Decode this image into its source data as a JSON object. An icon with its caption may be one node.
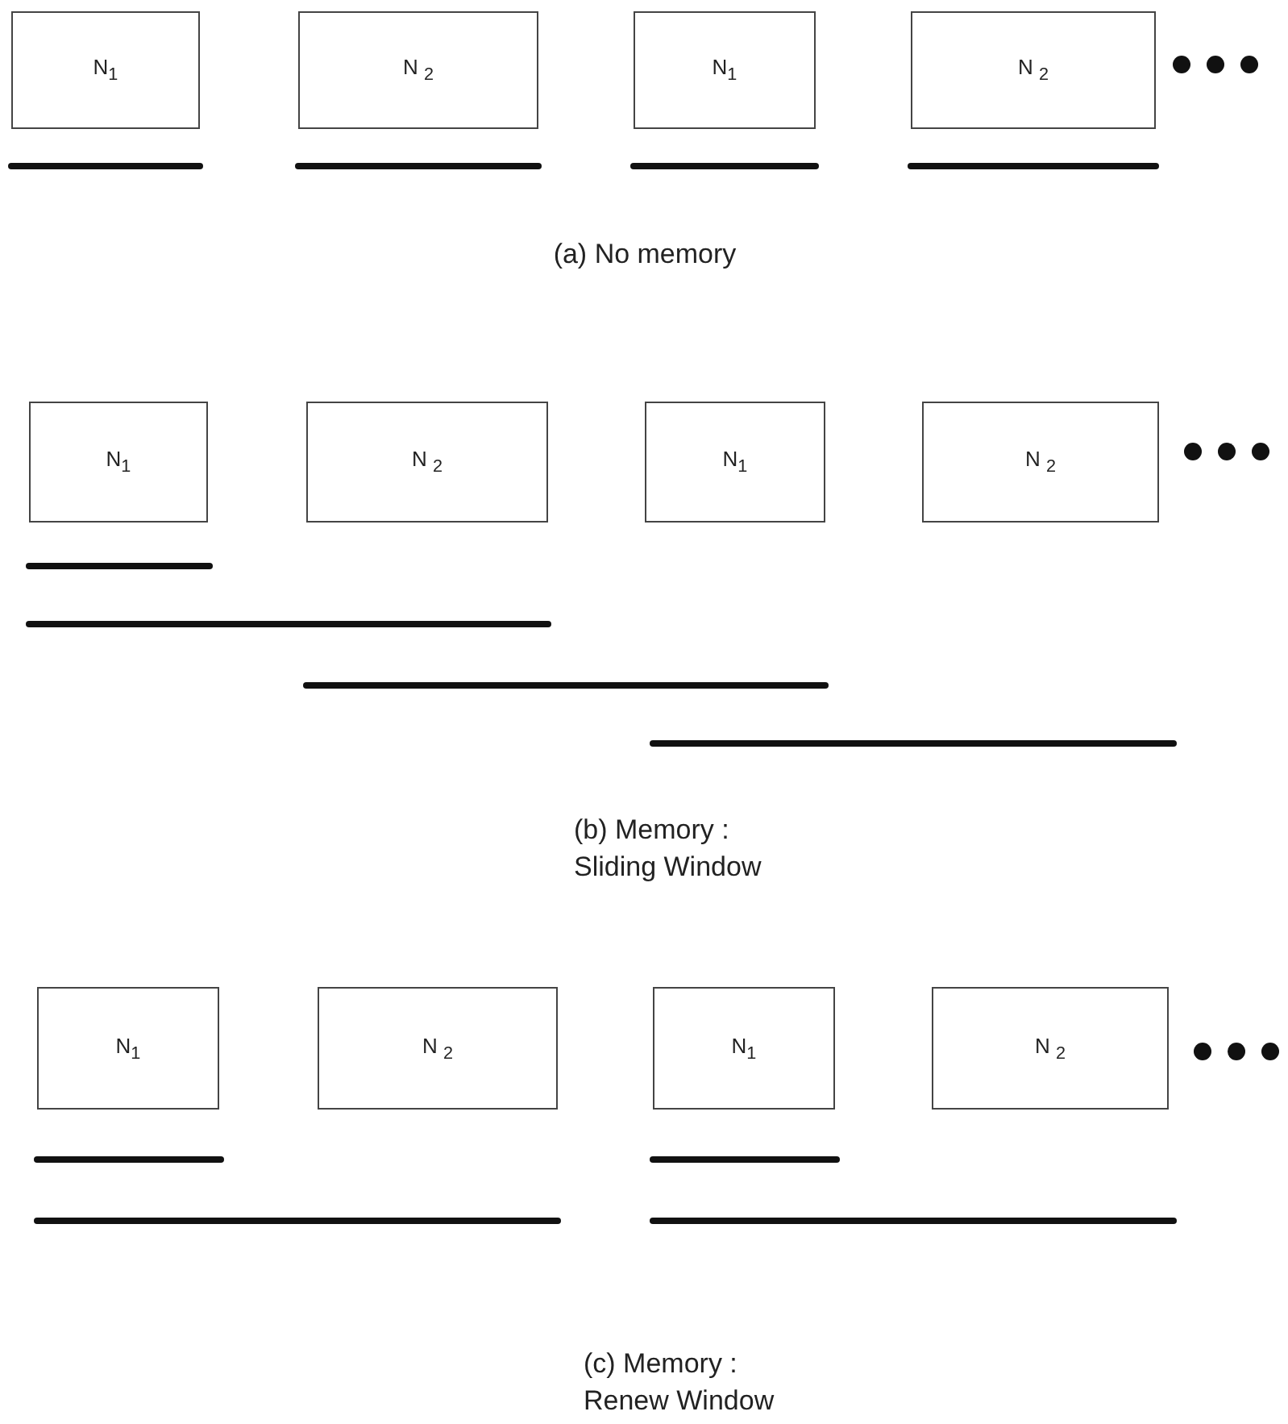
{
  "diagram": {
    "nodes": [
      {
        "text": [
          "N$_{1}$"
        ]
      },
      {
        "text": [
          "N $_{2}$"
        ]
      },
      {
        "text": [
          "N$_{1}$"
        ]
      },
      {
        "text": [
          "N $_{2}$"
        ]
      },
      {
        "text": [
          "N$_{1}$"
        ]
      },
      {
        "text": [
          "N $_{2}$"
        ]
      },
      {
        "text": [
          "N$_{1}$"
        ]
      },
      {
        "text": [
          "N $_{2}$"
        ]
      },
      {
        "text": [
          "N$_{1}$"
        ]
      },
      {
        "text": [
          "N $_{2}$"
        ]
      },
      {
        "text": [
          "N$_{1}$"
        ]
      },
      {
        "text": [
          "N $_{2}$"
        ]
      }
    ],
    "labels": [
      "(a) No memory",
      "(b)  Memory : Sliding Window",
      "(c)  Memory : Renew Window"
    ]
  }
}
